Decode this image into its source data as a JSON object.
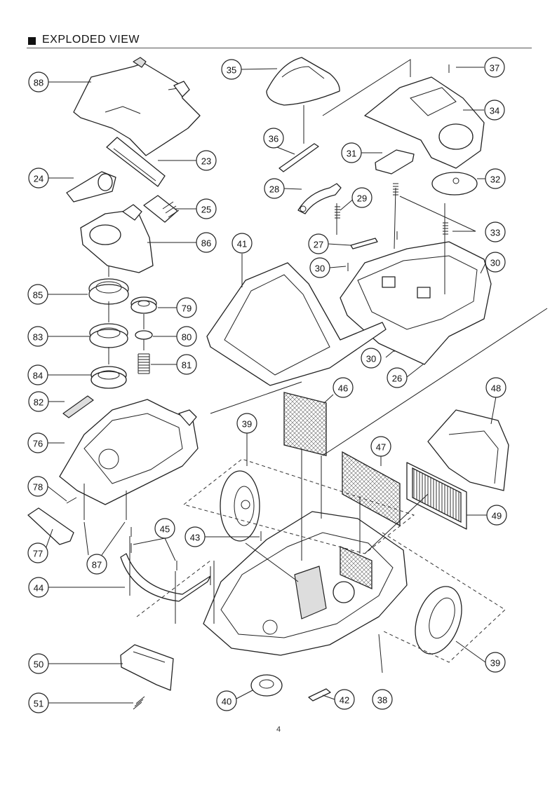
{
  "header": {
    "title": "EXPLODED VIEW"
  },
  "page_number": "4",
  "callouts": {
    "p88": "88",
    "p35": "35",
    "p37": "37",
    "p34": "34",
    "p23": "23",
    "p36": "36",
    "p24": "24",
    "p31": "31",
    "p32": "32",
    "p28": "28",
    "p29": "29",
    "p25": "25",
    "p33": "33",
    "p86": "86",
    "p41": "41",
    "p27": "27",
    "p30a": "30",
    "p30b": "30",
    "p85": "85",
    "p79": "79",
    "p83": "83",
    "p80": "80",
    "p30c": "30",
    "p26": "26",
    "p84": "84",
    "p81": "81",
    "p46": "46",
    "p48": "48",
    "p82": "82",
    "p39a": "39",
    "p76": "76",
    "p47": "47",
    "p78": "78",
    "p49": "49",
    "p45": "45",
    "p43": "43",
    "p77": "77",
    "p87": "87",
    "p44": "44",
    "p50": "50",
    "p39b": "39",
    "p51": "51",
    "p40": "40",
    "p42": "42",
    "p38": "38"
  },
  "icons": {
    "header_marker": "black-square-icon"
  }
}
